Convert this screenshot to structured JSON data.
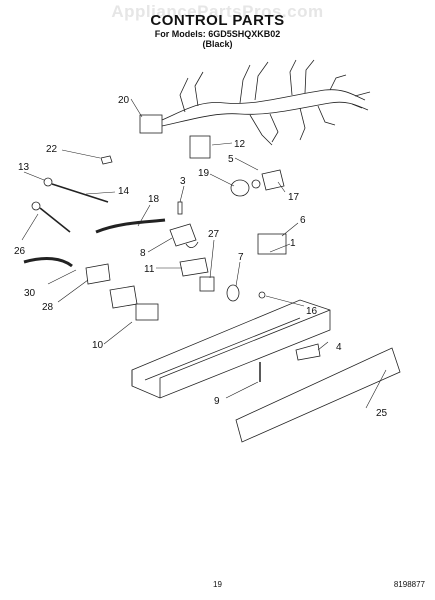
{
  "watermark": "AppliancePartsPros.com",
  "header": {
    "title": "CONTROL PARTS",
    "models": "For Models: 6GD5SHQXKB02",
    "color": "(Black)"
  },
  "callouts": [
    "1",
    "3",
    "4",
    "5",
    "6",
    "7",
    "8",
    "9",
    "10",
    "11",
    "12",
    "13",
    "14",
    "16",
    "17",
    "18",
    "19",
    "20",
    "22",
    "25",
    "26",
    "27",
    "28",
    "30"
  ],
  "footer": {
    "page_number": "19",
    "doc_number": "8198877"
  }
}
